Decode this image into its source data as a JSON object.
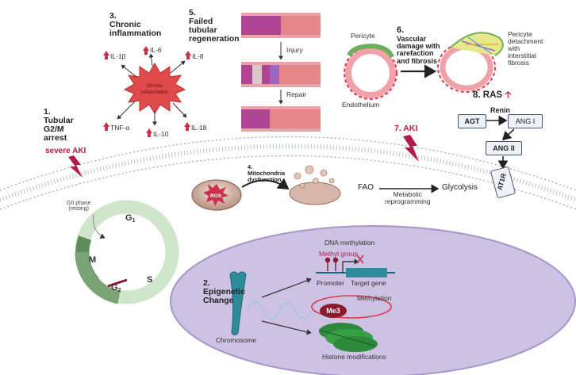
{
  "steps": {
    "s1": {
      "number": "1.",
      "title_lines": [
        "Tubular",
        "G2/M",
        "arrest"
      ]
    },
    "s2": {
      "number": "2.",
      "title_lines": [
        "Epigenetic",
        "Change"
      ]
    },
    "s3": {
      "number": "3.",
      "title_lines": [
        "Chronic",
        "inflammation"
      ]
    },
    "s4": {
      "number": "4.",
      "title_lines": [
        "Mitochondria",
        "dysfunction"
      ]
    },
    "s5": {
      "number": "5.",
      "title_lines": [
        "Failed",
        "tubular",
        "regeneration"
      ]
    },
    "s6": {
      "number": "6.",
      "title_lines": [
        "Vascular",
        "damage with",
        "rarefaction",
        "and fibrosis"
      ]
    },
    "s7": {
      "label": "7. AKI"
    },
    "s8": {
      "label": "8. RAS"
    }
  },
  "severe_aki": "severe AKI",
  "inflammation": {
    "center_lines": [
      "Chronic",
      "inflammation"
    ],
    "cytokines": {
      "il1b": "IL-1β",
      "il6": "IL-6",
      "il8": "IL-8",
      "tnfa": "TNF-α",
      "il10": "IL-10",
      "il18": "IL-18"
    }
  },
  "regeneration": {
    "injury": "Injury",
    "repair": "Repair"
  },
  "vascular": {
    "pericyte": "Pericyte",
    "endothelium": "Endothelium",
    "pericyte_detachment_lines": [
      "Pericyte",
      "detachment",
      "with",
      "interstitial",
      "fibrosis"
    ]
  },
  "ras": {
    "renin": "Renin",
    "agt": "AGT",
    "ang1": "ANG I",
    "ang2": "ANG II",
    "at1r": "AT1R"
  },
  "metabolic": {
    "fao": "FAO",
    "glycolysis": "Glycolysis",
    "reprogramming_lines": [
      "Metabolic",
      "reprogramming"
    ]
  },
  "mito": {
    "ros": "ROS"
  },
  "cell_cycle": {
    "g0_lines": [
      "G0 phase",
      "(resting)"
    ],
    "g1": "G",
    "g1_sub": "1",
    "s": "S",
    "g2": "G",
    "g2_sub": "2",
    "m": "M"
  },
  "epigenetic": {
    "dna_methylation": "DNA methylation",
    "methyl_group": "Methyl group",
    "promoter": "Promoter",
    "target_gene": "Target gene",
    "methylation": "Methylation",
    "me3": "Me3",
    "chromosome": "Chromosome",
    "histone_modifications": "Histone modifications"
  },
  "colors": {
    "accent_red": "#b11c46",
    "nucleus_fill": "#cdc2e3",
    "cycle_light": "#cfe6cb",
    "cycle_dark": "#5e8d58",
    "chromosome": "#2e8b9a",
    "histone": "#2c8a3a"
  }
}
